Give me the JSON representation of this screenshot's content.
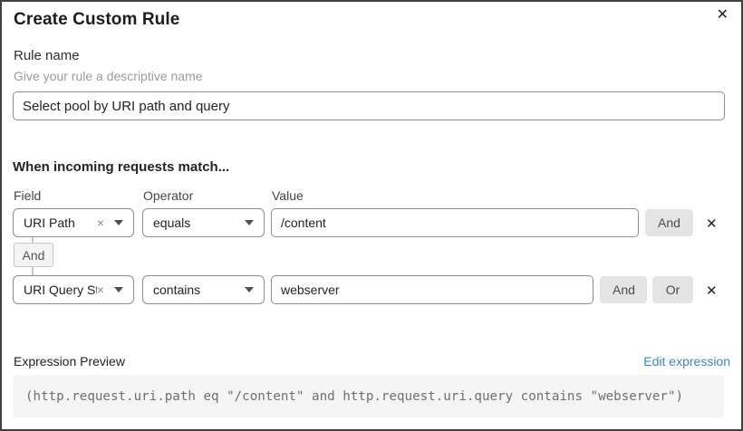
{
  "dialog": {
    "title": "Create Custom Rule"
  },
  "rule_name": {
    "label": "Rule name",
    "helper": "Give your rule a descriptive name",
    "value": "Select pool by URI path and query"
  },
  "match_section": {
    "heading": "When incoming requests match...",
    "columns": {
      "field": "Field",
      "operator": "Operator",
      "value": "Value"
    },
    "rows": [
      {
        "field": "URI Path",
        "operator": "equals",
        "value": "/content",
        "and_label": "And"
      },
      {
        "field": "URI Query St...",
        "operator": "contains",
        "value": "webserver",
        "and_label": "And",
        "or_label": "Or"
      }
    ],
    "connector_label": "And"
  },
  "expression": {
    "label": "Expression Preview",
    "edit_link": "Edit expression",
    "preview": "(http.request.uri.path eq \"/content\" and http.request.uri.query contains \"webserver\")"
  },
  "icons": {
    "close": "✕",
    "clear": "×",
    "remove": "✕"
  },
  "colors": {
    "link": "#3e88be",
    "input_border": "#8d8d8d",
    "button_bg": "#e4e4e4",
    "code_bg": "#f5f5f5",
    "dialog_border": "#424242"
  }
}
